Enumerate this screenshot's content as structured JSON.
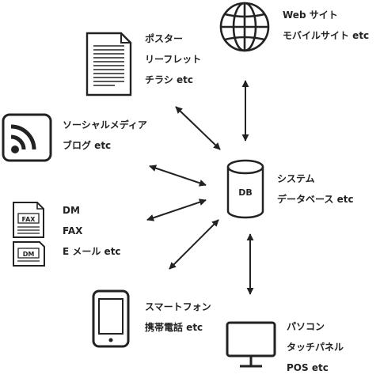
{
  "nodes": {
    "web": {
      "icon": "globe-icon",
      "lines": [
        "Web サイト",
        "モバイルサイト etc"
      ]
    },
    "poster": {
      "icon": "document-icon",
      "lines": [
        "ポスター",
        "リーフレット",
        "チラシ etc"
      ]
    },
    "social": {
      "icon": "rss-icon",
      "lines": [
        "ソーシャルメディア",
        "ブログ etc"
      ]
    },
    "db": {
      "icon": "database-icon",
      "icon_text": "DB",
      "lines": [
        "システム",
        "データベース etc"
      ]
    },
    "mail": {
      "icon": "fax-dm-icon",
      "icon_text_fax": "FAX",
      "icon_text_dm": "DM",
      "lines": [
        "DM",
        "FAX",
        "E メール etc"
      ]
    },
    "phone": {
      "icon": "smartphone-icon",
      "lines": [
        "スマートフォン",
        "携帯電話 etc"
      ]
    },
    "pc": {
      "icon": "monitor-icon",
      "lines": [
        "パソコン",
        "タッチパネル",
        "POS etc"
      ]
    }
  },
  "colors": {
    "stroke": "#222222",
    "fill": "#ffffff"
  }
}
